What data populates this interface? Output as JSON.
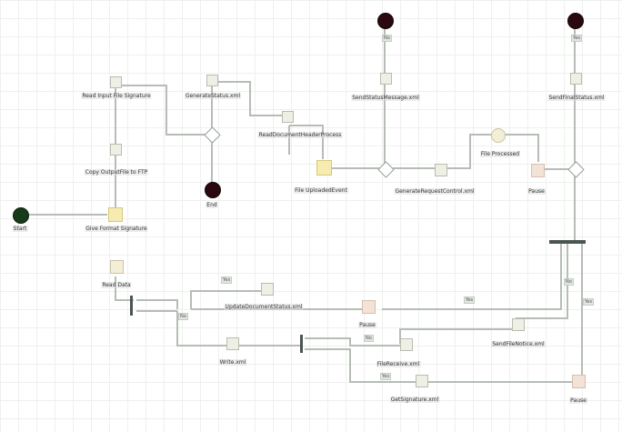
{
  "diagram": {
    "type": "workflow",
    "background": "#ffffff",
    "grid_color": "#eef0ee",
    "edge_color": "#b5bdb5",
    "nodes": {
      "start": {
        "label": "Start"
      },
      "end": {
        "label": "End"
      },
      "read_input_file_signature": {
        "label": "Read Input File Signature"
      },
      "copy_output_file": {
        "label": "Copy OutputFile to FTP"
      },
      "give_format_signature": {
        "label": "Give Format Signature"
      },
      "generate_status_xml": {
        "label": "GenerateStatus.xml"
      },
      "read_document_header": {
        "label": "ReadDocumentHeaderProcess"
      },
      "file_uploaded_event": {
        "label": "File UploadedEvent"
      },
      "send_status_message_top": {
        "label": "SendStatusMessage.xml"
      },
      "generate_request": {
        "label": "GenerateRequestControl.xml"
      },
      "file_processed": {
        "label": "File Processed"
      },
      "pause_top": {
        "label": "Pause"
      },
      "send_final_status_right": {
        "label": "SendFinalStatus.xml"
      },
      "read_data": {
        "label": "Read Data"
      },
      "update_document_status": {
        "label": "UpdateDocumentStatus.xml"
      },
      "pause_mid": {
        "label": "Pause"
      },
      "send_file_notice": {
        "label": "SendFileNotice.xml"
      },
      "write_xml": {
        "label": "Write.xml"
      },
      "file_receive": {
        "label": "FileReceive.xml"
      },
      "get_signature": {
        "label": "GetSignature.xml"
      },
      "pause_bottom": {
        "label": "Pause"
      }
    },
    "edge_tags": {
      "t1": "Yes",
      "t2": "No",
      "t3": "Yes",
      "t4": "No",
      "t5": "Yes",
      "t6": "No",
      "t7": "Yes",
      "t8": "No",
      "t9": "Yes"
    }
  }
}
